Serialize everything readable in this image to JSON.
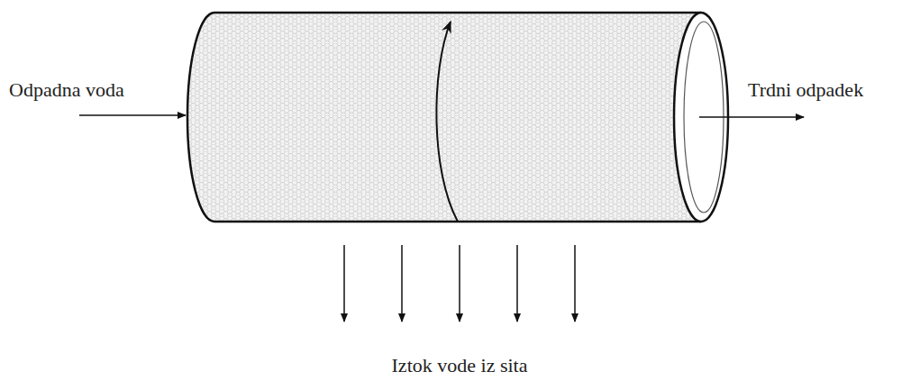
{
  "diagram": {
    "labels": [
      "Odpadna voda",
      "Trdni odpadek",
      "Iztok vode iz sita"
    ]
  }
}
